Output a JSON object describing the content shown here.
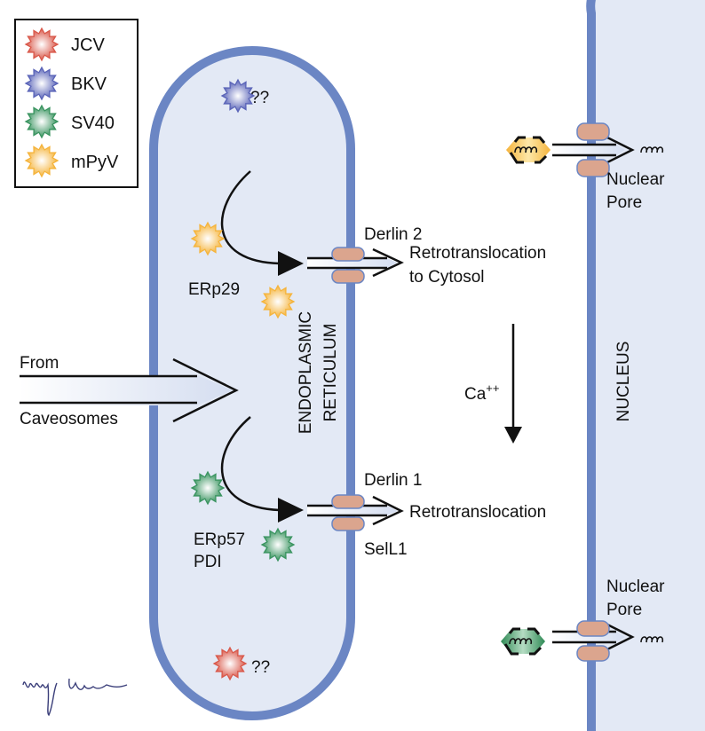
{
  "legend": {
    "items": [
      {
        "label": "JCV",
        "color": "#d9584a"
      },
      {
        "label": "BKV",
        "color": "#5a64b8"
      },
      {
        "label": "SV40",
        "color": "#3a9460"
      },
      {
        "label": "mPyV",
        "color": "#f5b43c"
      }
    ]
  },
  "colors": {
    "membrane": "#6b86c4",
    "lumen": "#e3e9f5",
    "pore": "#dba58e",
    "capsid_mpyv": "#f5b43c",
    "capsid_sv40": "#3a9460"
  },
  "er": {
    "label_line1": "ENDOPLASMIC",
    "label_line2": "RETICULUM",
    "unknown_bkv": "??",
    "unknown_jcv": "??",
    "chaperone_top": "ERp29",
    "chaperone_bottom_1": "ERp57",
    "chaperone_bottom_2": "PDI"
  },
  "entry": {
    "line1": "From",
    "line2": "Caveosomes"
  },
  "upper_exit": {
    "channel": "Derlin 2",
    "line1": "Retrotranslocation",
    "line2": "to Cytosol"
  },
  "lower_exit": {
    "channel": "Derlin 1",
    "cofactor": "SelL1",
    "label": "Retrotranslocation"
  },
  "cytosol": {
    "ion": "Ca",
    "ion_charge": "++"
  },
  "nucleus": {
    "label": "NUCLEUS",
    "pore_top": {
      "line1": "Nuclear",
      "line2": "Pore"
    },
    "pore_bottom": {
      "line1": "Nuclear",
      "line2": "Pore"
    }
  },
  "icons": [
    "virus-star",
    "capsid-hexagon",
    "dna-coil",
    "pore-protein",
    "arrow"
  ]
}
